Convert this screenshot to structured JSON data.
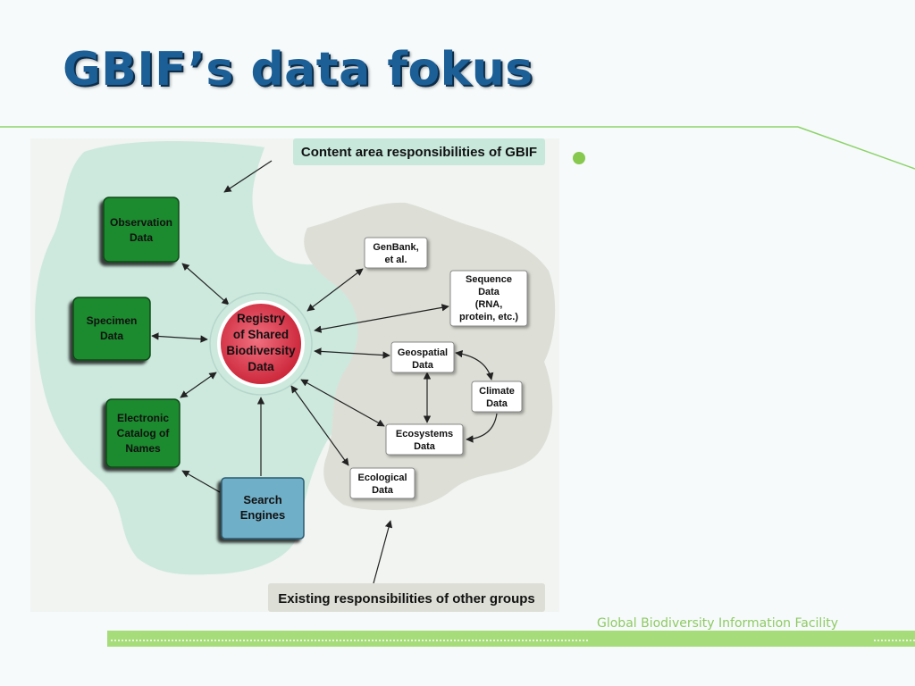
{
  "slide": {
    "title": "GBIF’s data fokus",
    "footer": "Global Biodiversity Information Facility"
  },
  "diagram": {
    "callouts": {
      "gbif": "Content area responsibilities of GBIF",
      "others": "Existing responsibilities of other groups"
    },
    "center": [
      "Registry",
      "of Shared",
      "Biodiversity",
      "Data"
    ],
    "green_boxes": [
      [
        "Observation",
        "Data"
      ],
      [
        "Specimen",
        "Data"
      ],
      [
        "Electronic",
        "Catalog of",
        "Names"
      ]
    ],
    "search": [
      "Search",
      "Engines"
    ],
    "white_boxes": {
      "genbank": [
        "GenBank,",
        "et al."
      ],
      "sequence": [
        "Sequence",
        "Data",
        "(RNA,",
        "protein, etc.)"
      ],
      "geospatial": [
        "Geospatial",
        "Data"
      ],
      "climate": [
        "Climate",
        "Data"
      ],
      "ecosystems": [
        "Ecosystems",
        "Data"
      ],
      "ecological": [
        "Ecological",
        "Data"
      ]
    },
    "colors": {
      "gbif_area": "#cde9de",
      "others_area": "#dddfd6",
      "green_box": "#1e8a2e",
      "search_box": "#6fafc8",
      "center": "#d62b3c",
      "accent_line": "#8dd36a"
    }
  }
}
